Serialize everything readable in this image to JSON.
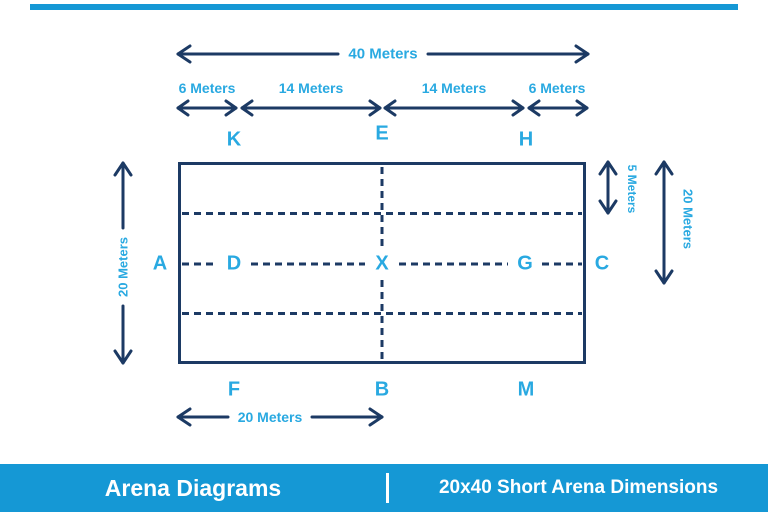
{
  "measurements": {
    "total_length": "40 Meters",
    "seg_left_6": "6 Meters",
    "seg_left_14": "14 Meters",
    "seg_right_14": "14 Meters",
    "seg_right_6": "6 Meters",
    "left_height": "20 Meters",
    "right_quarter": "5 Meters",
    "right_height": "20 Meters",
    "bottom_half": "20 Meters"
  },
  "arena": {
    "letters": {
      "K": "K",
      "E": "E",
      "H": "H",
      "A": "A",
      "D": "D",
      "X": "X",
      "G": "G",
      "C": "C",
      "F": "F",
      "B": "B",
      "M": "M"
    }
  },
  "footer": {
    "left_title": "Arena Diagrams",
    "right_title": "20x40 Short Arena Dimensions"
  },
  "colors": {
    "line_navy": "#1c3a64",
    "label_cyan": "#29a9e1",
    "bar_blue": "#1598d5",
    "background": "#ffffff",
    "footer_text": "#ffffff"
  }
}
